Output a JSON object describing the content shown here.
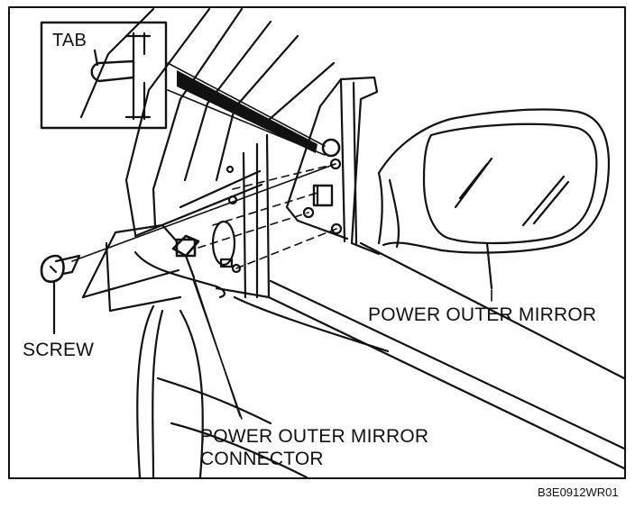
{
  "labels": {
    "tab": "TAB",
    "mirror": "POWER OUTER MIRROR",
    "screw": "SCREW",
    "connector_line1": "POWER OUTER MIRROR",
    "connector_line2": "CONNECTOR"
  },
  "figure_code": "B3E0912WR01",
  "colors": {
    "ink": "#111111",
    "paper": "#ffffff"
  }
}
